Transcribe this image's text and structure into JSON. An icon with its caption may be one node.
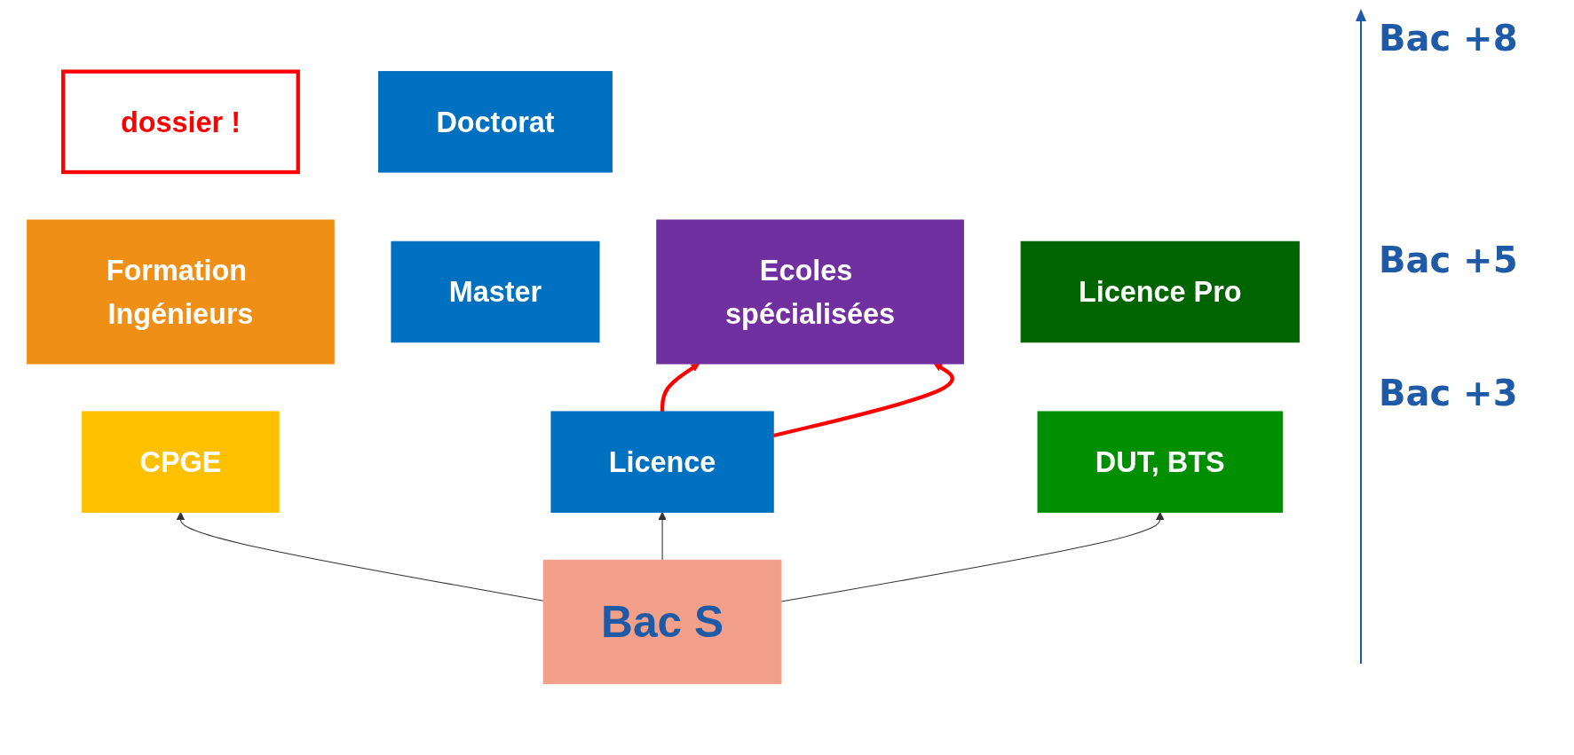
{
  "diagram": {
    "nodes": [
      {
        "text": [
          "dossier !"
        ]
      },
      {
        "text": [
          "Doctorat"
        ]
      },
      {
        "text": [
          "Formation Ingénieurs"
        ]
      },
      {
        "text": [
          "Master"
        ]
      },
      {
        "text": [
          "Ecoles spécialisées"
        ]
      },
      {
        "text": [
          "Licence Pro"
        ]
      },
      {
        "text": [
          "Licence"
        ]
      },
      {
        "text": [
          "CPGE"
        ]
      },
      {
        "text": [
          "DUT, BTS"
        ]
      },
      {
        "text": [
          "Bac S"
        ]
      }
    ],
    "edges": [
      {
        "from": 6,
        "to": 4,
        "arrow": "to",
        "style": "thick",
        "color": "#ff0000"
      },
      {
        "from": 6,
        "to": 4,
        "arrow": "to",
        "style": "thick",
        "color": "#ff0000"
      },
      {
        "from": 9,
        "to": 7,
        "arrow": "to"
      },
      {
        "from": 9,
        "to": 6,
        "arrow": "to"
      },
      {
        "from": 9,
        "to": 8,
        "arrow": "to"
      }
    ],
    "labels": [
      "Bac +8",
      "Bac +5",
      "Bac +3"
    ]
  }
}
